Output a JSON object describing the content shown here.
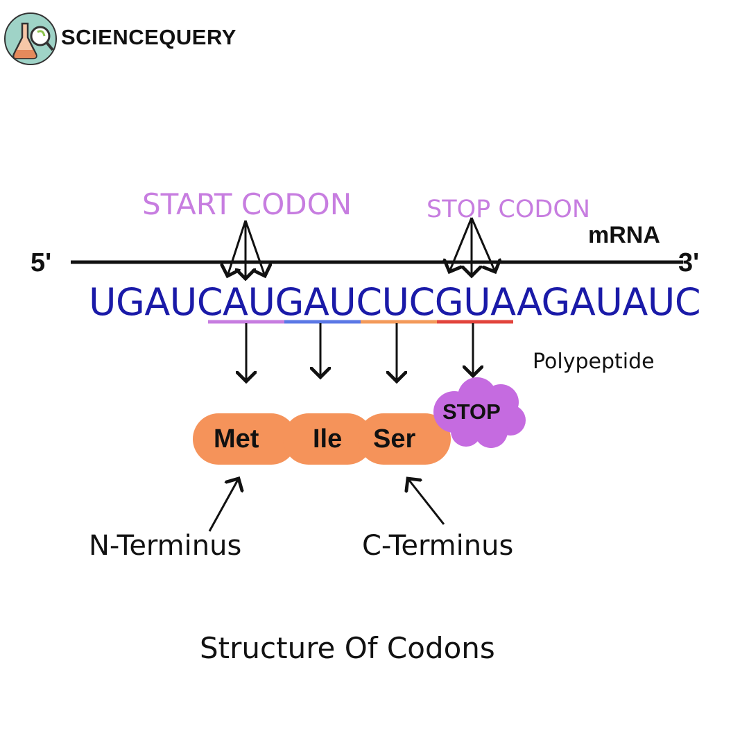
{
  "brand": {
    "name": "SCIENCEQUERY",
    "logo_icon": "flask-magnifier-logo-icon"
  },
  "labels": {
    "start_codon": "START CODON",
    "stop_codon": "STOP CODON",
    "mrna": "mRNA",
    "five_prime": "5'",
    "three_prime": "3'",
    "polypeptide": "Polypeptide",
    "n_terminus": "N-Terminus",
    "c_terminus": "C-Terminus"
  },
  "sequence": "UGAUCAUGAUCUCGUAAGAUAUC",
  "codons": [
    {
      "bases": "AUG",
      "color": "#c77de0",
      "amino_acid": "Met"
    },
    {
      "bases": "AUC",
      "color": "#5b78e6",
      "amino_acid": "Ile"
    },
    {
      "bases": "UCG",
      "color": "#f39a5a",
      "amino_acid": "Ser"
    },
    {
      "bases": "UAA",
      "color": "#e2443c",
      "amino_acid": "STOP"
    }
  ],
  "colors": {
    "label_purple": "#c77de0",
    "sequence_blue": "#1a1aa8",
    "chain_orange": "#f5935a",
    "stop_cloud": "#c56be0"
  },
  "caption": "Structure Of Codons"
}
